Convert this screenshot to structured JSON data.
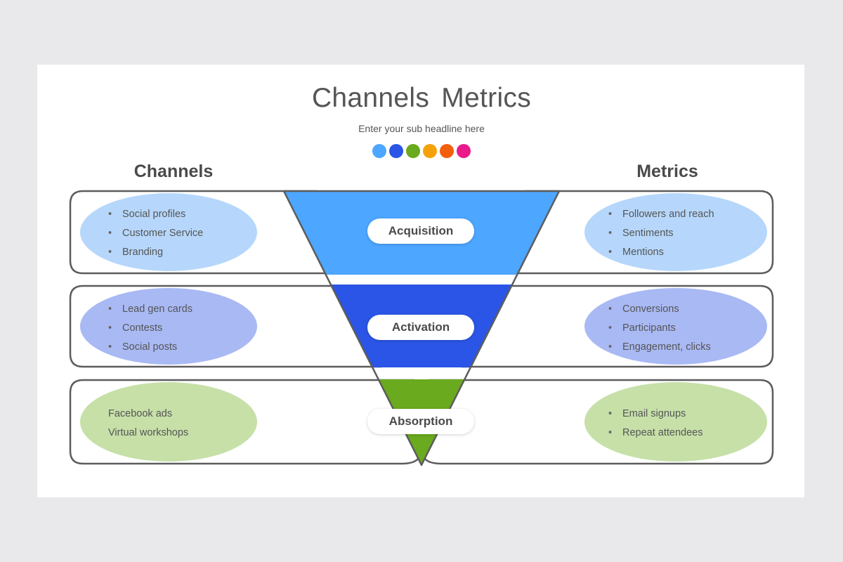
{
  "title": "Channels Metrics",
  "subtitle": "Enter your sub headline here",
  "palette": [
    "#4da6ff",
    "#2b55e6",
    "#6aaa1e",
    "#f5a20a",
    "#f2600e",
    "#ea1a8a"
  ],
  "columns": {
    "left": "Channels",
    "right": "Metrics"
  },
  "stages": [
    {
      "label": "Acquisition",
      "funnel_color": "#4da6ff",
      "ellipse_color": "#b6d7fb",
      "channels": [
        "Social profiles",
        "Customer Service",
        "Branding"
      ],
      "channels_bulleted": true,
      "metrics": [
        "Followers and reach",
        "Sentiments",
        "Mentions"
      ]
    },
    {
      "label": "Activation",
      "funnel_color": "#2b55e6",
      "ellipse_color": "#a9b9f4",
      "channels": [
        "Lead gen cards",
        "Contests",
        "Social posts"
      ],
      "channels_bulleted": true,
      "metrics": [
        "Conversions",
        "Participants",
        "Engagement, clicks"
      ]
    },
    {
      "label": "Absorption",
      "funnel_color": "#6aaa1e",
      "ellipse_color": "#c6e0a8",
      "channels": [
        "Facebook ads",
        "Virtual workshops"
      ],
      "channels_bulleted": false,
      "metrics": [
        "Email signups",
        "Repeat attendees"
      ]
    }
  ]
}
